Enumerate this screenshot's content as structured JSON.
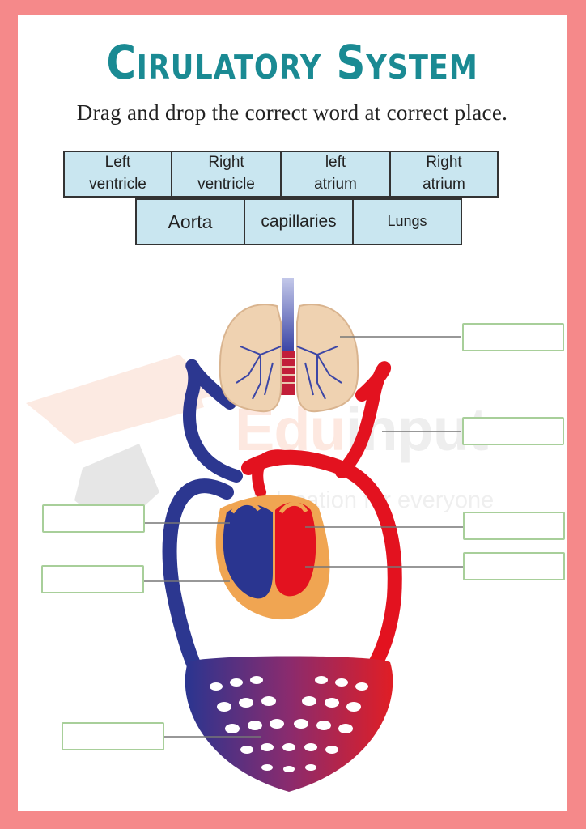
{
  "title": "Cirulatory System",
  "instruction": "Drag and drop the correct word at  correct place.",
  "word_bank": [
    {
      "line1": "Left",
      "line2": "ventricle"
    },
    {
      "line1": "Right",
      "line2": "ventricle"
    },
    {
      "line1": "left",
      "line2": "atrium"
    },
    {
      "line1": "Right",
      "line2": "atrium"
    },
    {
      "line1": "Aorta",
      "line2": ""
    },
    {
      "line1": "capillaries",
      "line2": ""
    },
    {
      "line1": "Lungs",
      "line2": ""
    }
  ],
  "watermark": {
    "brand_a": "Edu",
    "brand_b": "input",
    "tagline": "Education for everyone"
  },
  "colors": {
    "title": "#1a8a93",
    "tile_fill": "#c9e6f0",
    "page_border": "#f5898a",
    "drop_border": "#a8cf9a",
    "oxygenated": "#e3121f",
    "deoxygenated": "#27338f",
    "lung": "#efd2b1",
    "heart_outer": "#f0a552"
  }
}
